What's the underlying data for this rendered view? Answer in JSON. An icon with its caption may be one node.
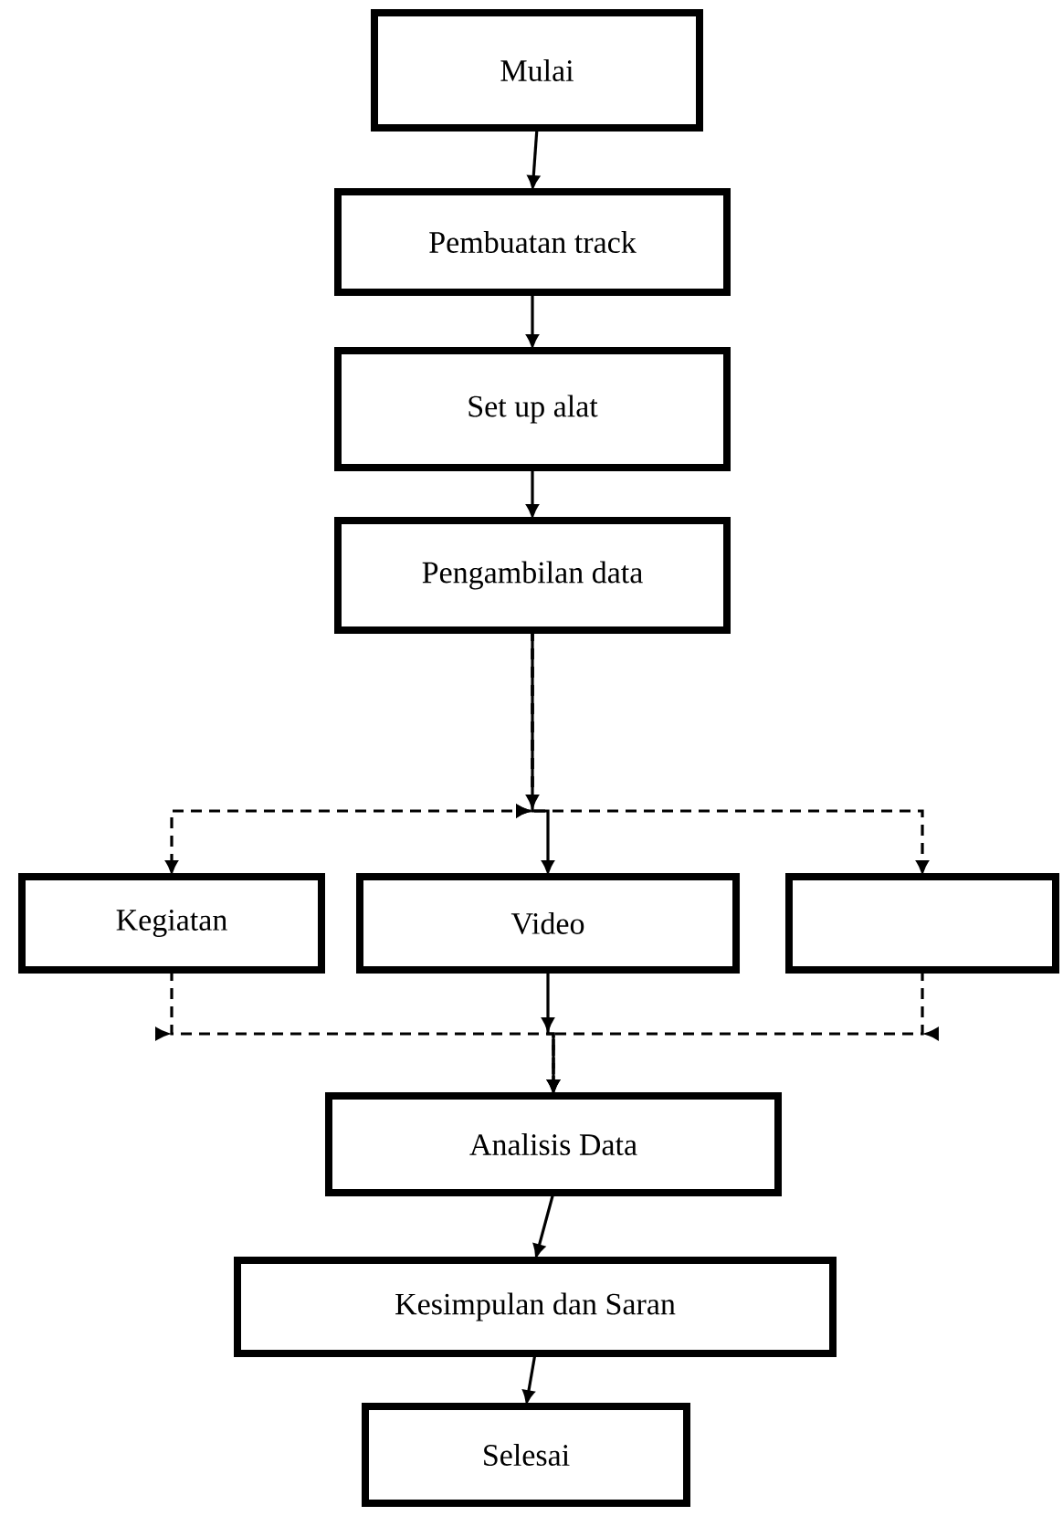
{
  "diagram": {
    "nodes": [
      {
        "text": [
          "Mulai"
        ]
      },
      {
        "text": [
          "Pembuatan track"
        ]
      },
      {
        "text": [
          "Set up alat"
        ]
      },
      {
        "text": [
          "Pengambilan data"
        ]
      },
      {
        "text": [
          "Kegiatan"
        ]
      },
      {
        "text": [
          "Video"
        ]
      },
      {
        "text": [],
        "shape": "box"
      },
      {
        "text": [
          "Analisis Data"
        ]
      },
      {
        "text": [
          "Kesimpulan dan Saran"
        ]
      },
      {
        "text": [
          "Selesai"
        ]
      }
    ],
    "edges": [
      {
        "from": 0,
        "to": 1,
        "arrow": "to"
      },
      {
        "from": 1,
        "to": 2,
        "arrow": "to"
      },
      {
        "from": 2,
        "to": 3,
        "arrow": "to"
      },
      {
        "from": 3,
        "to": 4,
        "arrow": "to",
        "style": "dashed"
      },
      {
        "from": 3,
        "to": 5,
        "arrow": "to"
      },
      {
        "from": 3,
        "to": 6,
        "arrow": "to",
        "style": "dashed"
      },
      {
        "from": 4,
        "to": 7,
        "arrow": "to",
        "style": "dashed"
      },
      {
        "from": 5,
        "to": 7,
        "arrow": "to"
      },
      {
        "from": 6,
        "to": 7,
        "arrow": "to",
        "style": "dashed"
      },
      {
        "from": 7,
        "to": 8,
        "arrow": "to"
      },
      {
        "from": 8,
        "to": 9,
        "arrow": "to"
      }
    ]
  }
}
